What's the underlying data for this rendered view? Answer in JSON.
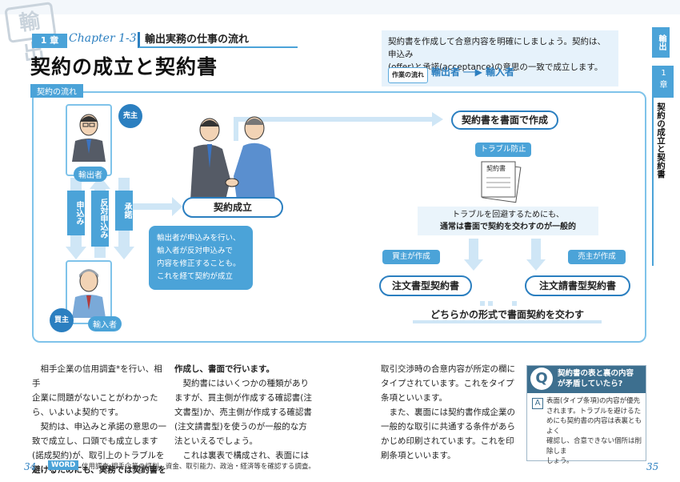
{
  "stamp": "輸出",
  "chapter": {
    "num": "1 章",
    "en": "Chapter 1-3",
    "title": "輸出実務の仕事の流れ"
  },
  "page_title": "契約の成立と契約書",
  "intro": {
    "text1": "契約書を作成して合意内容を明確にしましょう。契約は、申込み",
    "text2": "(offer)と承諾(acceptance)の意思の一致で成立します。",
    "flow_tag": "作業の流れ",
    "flow": "輸出者 ──▶ 輸入者"
  },
  "diagram": {
    "label": "契約の流れ",
    "seller_tag": "売主",
    "exporter": "輸出者",
    "buyer_tag": "買主",
    "importer": "輸入者",
    "offer": "申込み",
    "counter": "反対申込み",
    "accept": "承諾",
    "callout": [
      "輸出者が申込みを行い、",
      "輸入者が反対申込みで",
      "内容を修正することも。",
      "これを経て契約が成立"
    ],
    "contract_made": "契約成立",
    "write_contract": "契約書を書面で作成",
    "trouble": "トラブル防止",
    "doc_label": "契約書",
    "note1": "トラブルを回避するためにも、",
    "note2": "通常は書面で契約を交わすのが一般的",
    "buyer_make": "買主が作成",
    "seller_make": "売主が作成",
    "order_form": "注文書型契約書",
    "confirm_form": "注文請書型契約書",
    "conclusion": "どちらかの形式で書面契約を交わす"
  },
  "body": {
    "c1": [
      "相手企業の信用調査*を行い、相手",
      "企業に問題がないことがわかった",
      "ら、いよいよ契約です。",
      "契約は、申込みと承諾の意思の一",
      "致で成立し、口頭でも成立します",
      "(諾成契約)が、取引上のトラブルを",
      "避けるためにも、実務では契約書を"
    ],
    "c2": [
      "作成し、書面で行います。",
      "契約書にはいくつかの種類があり",
      "ますが、買主側が作成する確認書(注",
      "文書型)か、売主側が作成する確認書",
      "(注文請書型)を使うのが一般的な方",
      "法といえるでしょう。",
      "これは裏表で構成され、表面には"
    ],
    "c3": [
      "取引交渉時の合意内容が所定の欄に",
      "タイプされています。これをタイプ",
      "条項といいます。",
      "また、裏面には契約書作成企業の",
      "一般的な取引に共通する条件があら",
      "かじめ印刷されています。これを印",
      "刷条項といいます。"
    ]
  },
  "qa": {
    "q": "Q",
    "title1": "契約書の表と裏の内容",
    "title2": "が矛盾していたら?",
    "a": "A",
    "answer": [
      "表面(タイプ条項)の内容が優先",
      "されます。トラブルを避けるた",
      "めにも契約書の内容は表裏ともよく",
      "確認し、合意できない個所は削除しま",
      "しょう。"
    ]
  },
  "side": {
    "tab": "輸出",
    "num": "1\n章",
    "title": "契約の成立と契約書"
  },
  "footer": {
    "left_page": "34",
    "right_page": "35",
    "word": "WORD",
    "word_text": "信用調査:相手企業の評判、資金、取引能力、政治・経済等を確認する調査。"
  }
}
